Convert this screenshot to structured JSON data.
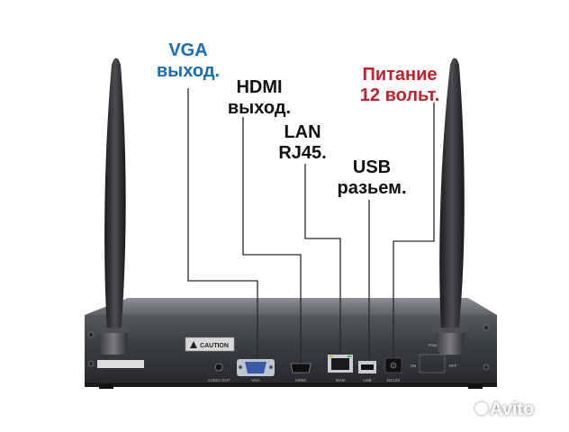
{
  "callouts": {
    "vga": {
      "line1": "VGA",
      "line2": "выход."
    },
    "hdmi": {
      "line1": "HDMI",
      "line2": "выход."
    },
    "lan": {
      "line1": "LAN",
      "line2": "RJ45."
    },
    "usb": {
      "line1": "USB",
      "line2": "разьем."
    },
    "power": {
      "line1": "Питание",
      "line2": "12 вольт."
    }
  },
  "panel": {
    "caution": "CAUTION",
    "ports": {
      "audio": "AUDIO OUT",
      "vga": "VGA",
      "hdmi": "HDMI",
      "lan": "WAN",
      "usb": "USB",
      "dc": "DC12V",
      "power": "Power",
      "switch_on": "ON",
      "switch_off": "OFF"
    }
  },
  "watermark": "Avito",
  "colors": {
    "vga_label": "#1a6fb0",
    "power_label": "#c2202b",
    "text": "#111111",
    "device_body": "#3a3d42"
  },
  "icons": [
    "antenna-left",
    "antenna-right",
    "vga-port",
    "hdmi-port",
    "lan-port",
    "usb-port",
    "dc-jack",
    "avito-logo"
  ]
}
